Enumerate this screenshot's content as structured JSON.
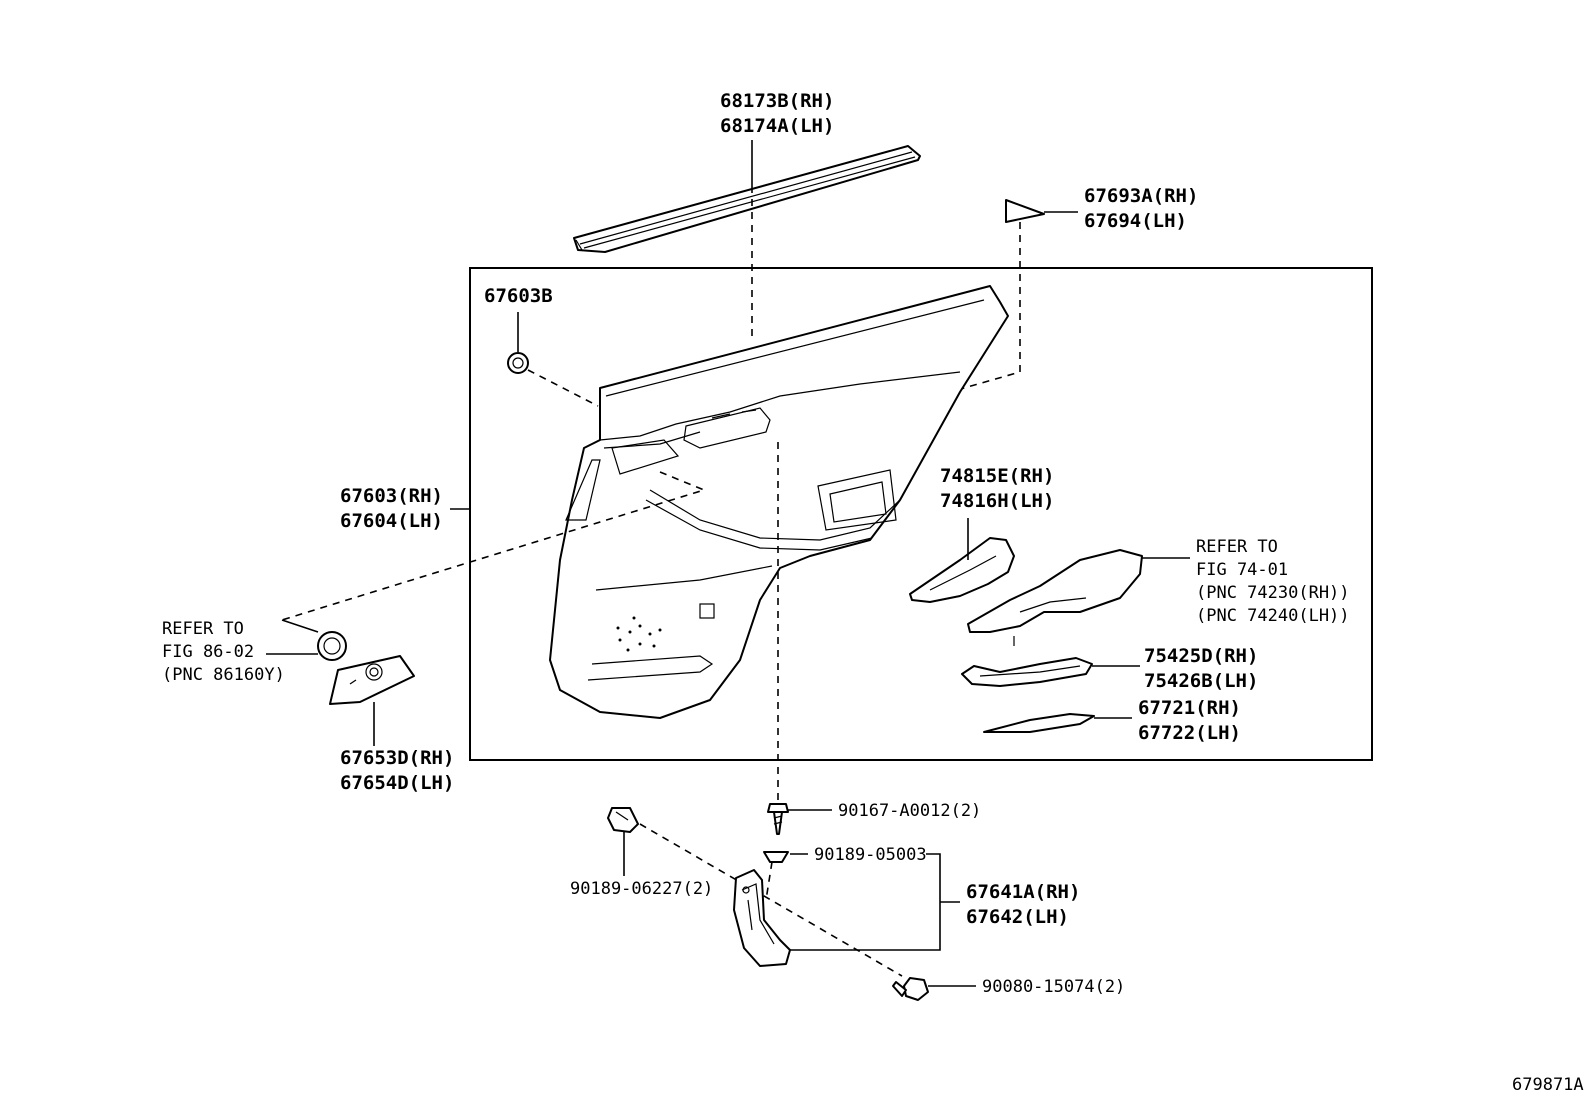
{
  "figure_id": "679871A",
  "labels": {
    "p68173B": "68173B(RH)",
    "p68174A": "68174A(LH)",
    "p67693A": "67693A(RH)",
    "p67694": "67694(LH)",
    "p67603B": "67603B",
    "p67603": "67603(RH)",
    "p67604": "67604(LH)",
    "p74815E": "74815E(RH)",
    "p74816H": "74816H(LH)",
    "ref74_1": "REFER TO",
    "ref74_2": "FIG 74-01",
    "ref74_3": "(PNC 74230(RH))",
    "ref74_4": "(PNC 74240(LH))",
    "p75425D": "75425D(RH)",
    "p75426B": "75426B(LH)",
    "p67721": "67721(RH)",
    "p67722": "67722(LH)",
    "ref86_1": "REFER TO",
    "ref86_2": "FIG 86-02",
    "ref86_3": "(PNC 86160Y)",
    "p67653D": "67653D(RH)",
    "p67654D": "67654D(LH)",
    "p90167": "90167-A0012(2)",
    "p90189_05003": "90189-05003",
    "p90189_06227": "90189-06227(2)",
    "p67641A": "67641A(RH)",
    "p67642": "67642(LH)",
    "p90080": "90080-15074(2)"
  }
}
